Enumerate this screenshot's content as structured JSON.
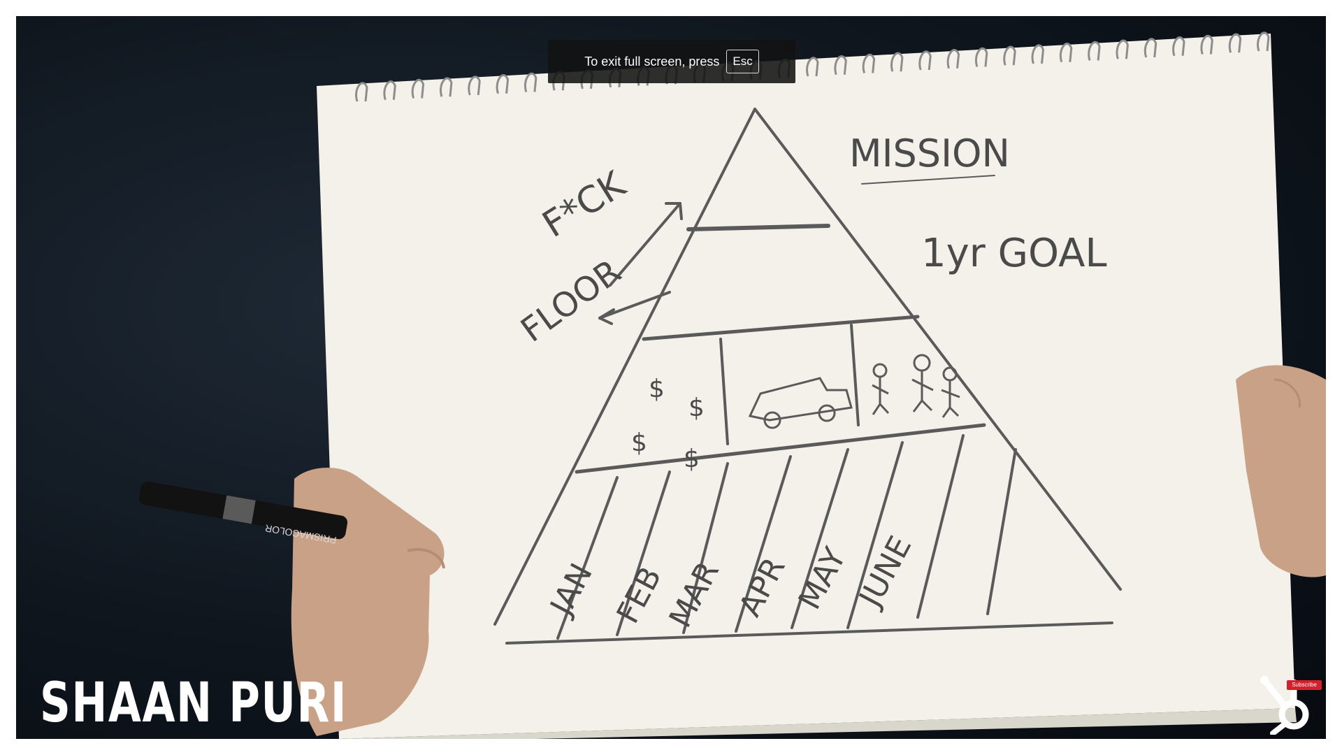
{
  "fullscreen_notice": {
    "text": "To exit full screen, press",
    "key": "Esc"
  },
  "lower_third": {
    "name": "SHAAN PURI"
  },
  "subscribe_badge": {
    "label": "Subscribe"
  },
  "sketch": {
    "mission": "MISSION",
    "goal": "1yr GOAL",
    "fuck": "F*CK",
    "floor": "FLOOR",
    "dollar": "$",
    "months": [
      "JAN",
      "FEB",
      "MAR",
      "APR",
      "MAY",
      "JUNE"
    ]
  },
  "colors": {
    "brand": "#ffffff",
    "subscribe": "#d51f2b",
    "pencil": "#4a4a4a",
    "paper": "#f3f1ea"
  },
  "icons": {
    "brand": "hubspot-sprocket-icon"
  }
}
